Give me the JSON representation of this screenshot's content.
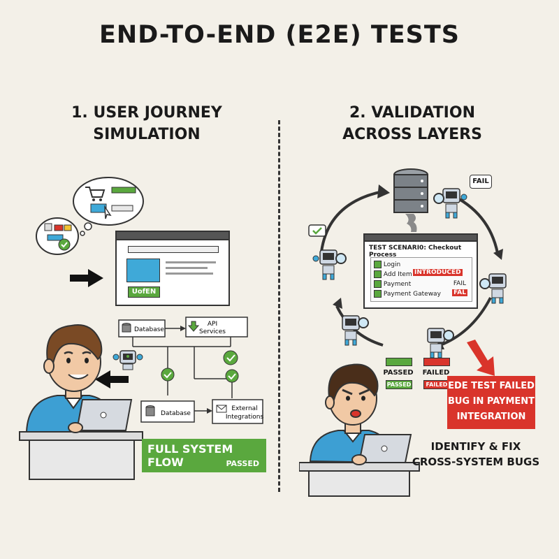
{
  "title": "END-TO-END (E2E) TESTS",
  "left": {
    "heading_line1": "1. USER JOURNEY",
    "heading_line2": "SIMULATION",
    "browser_button": "UofEN",
    "nodes": {
      "database_top": "Database",
      "api_services_line1": "API",
      "api_services_line2": "Services",
      "database_bottom": "Database",
      "external_line1": "External",
      "external_line2": "Integrations"
    },
    "banner_line1": "FULL SYSTEM FLOW",
    "banner_line2": "PASSED"
  },
  "right": {
    "heading_line1": "2. VALIDATION",
    "heading_line2": "ACROSS LAYERS",
    "fail_bubble": "FAIL",
    "scenario_title": "TEST SCENARI0: Checkout Process",
    "steps": [
      {
        "label": "Login",
        "status": ""
      },
      {
        "label": "Add Item",
        "status": "INTRODUCED"
      },
      {
        "label": "Payment",
        "status": "FAIL"
      },
      {
        "label": "Payment Gateway",
        "status": "FAL"
      }
    ],
    "passed_label": "PASSED",
    "failed_label": "FAILED",
    "passed_badge": "PASSED",
    "failed_badge": "FAILED",
    "fail_line1": "EDE TEST FAILED",
    "fail_line2": "BUG IN PAYMENT",
    "fail_line3": "INTEGRATION",
    "fix_line1": "IDENTIFY & FIX",
    "fix_line2": "CROSS-SYSTEM BUGS"
  },
  "colors": {
    "background": "#f3f0e8",
    "pass_green": "#5aa83e",
    "fail_red": "#d9342b",
    "browser_blue": "#3fa9d8",
    "shirt_blue": "#3d9fd3"
  }
}
